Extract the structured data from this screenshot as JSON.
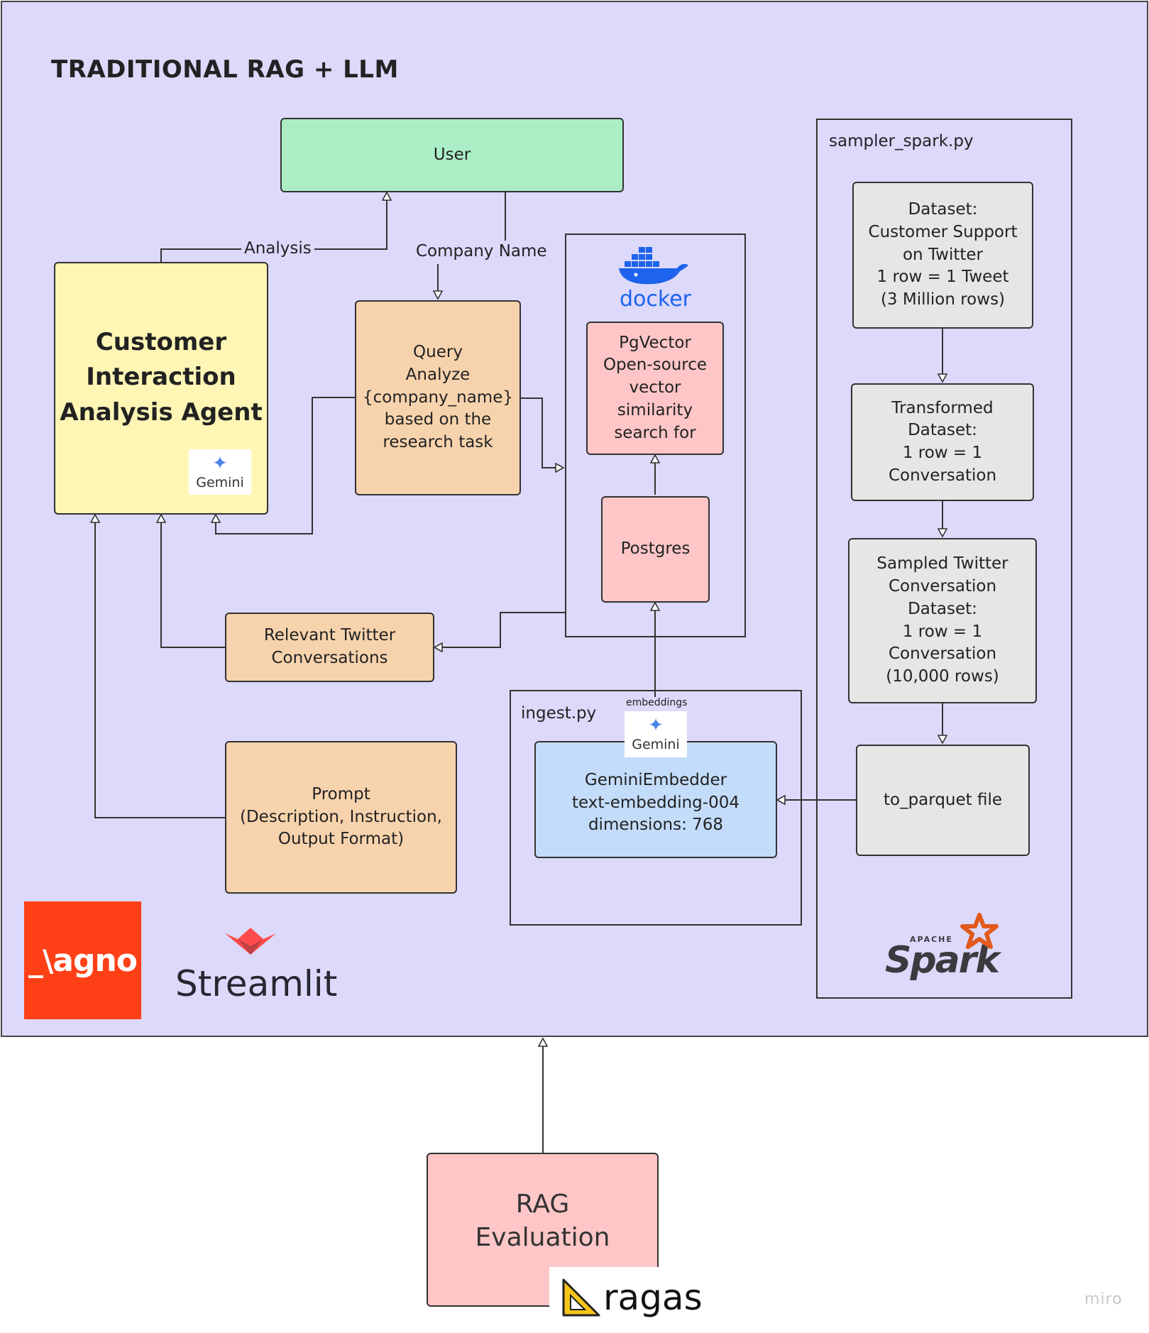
{
  "title": "TRADITIONAL RAG + LLM",
  "nodes": {
    "user": "User",
    "agent": "Customer\nInteraction\nAnalysis Agent",
    "query": "Query\nAnalyze\n{company_name}\nbased on the\nresearch task",
    "pgvector": "PgVector\nOpen-source\nvector\nsimilarity\nsearch for",
    "postgres": "Postgres",
    "relevant": "Relevant Twitter\nConversations",
    "prompt": "Prompt\n(Description, Instruction,\nOutput Format)",
    "embedder": "GeminiEmbedder\ntext-embedding-004\ndimensions: 768",
    "dataset": "Dataset:\nCustomer Support\non Twitter\n1 row  = 1 Tweet\n(3 Million rows)",
    "transformed": "Transformed\nDataset:\n1 row = 1\nConversation",
    "sampled": "Sampled Twitter\nConversation\nDataset:\n1 row = 1\nConversation\n(10,000 rows)",
    "parquet": "to_parquet file",
    "rag_eval": "RAG\nEvaluation"
  },
  "containers": {
    "sampler": "sampler_spark.py",
    "ingest": "ingest.py"
  },
  "edge_labels": {
    "analysis": "Analysis",
    "company_name": "Company Name",
    "embeddings": "embeddings"
  },
  "logos": {
    "gemini": "Gemini",
    "docker": "docker",
    "agno": "agno",
    "streamlit": "Streamlit",
    "spark": "Spark",
    "apache": "APACHE",
    "ragas": "ragas",
    "miro": "miro"
  },
  "colors": {
    "frame": "#dcd9fb",
    "user": "#abeec6",
    "agent": "#fff6b5",
    "orange": "#f7d3ad",
    "pink": "#fec6c6",
    "blue": "#c3dcfa",
    "gray": "#e6e6e6",
    "agno": "#ff4017",
    "docker": "#1d63ed",
    "spark": "#e25a1c",
    "streamlit": "#ff4b4b"
  }
}
